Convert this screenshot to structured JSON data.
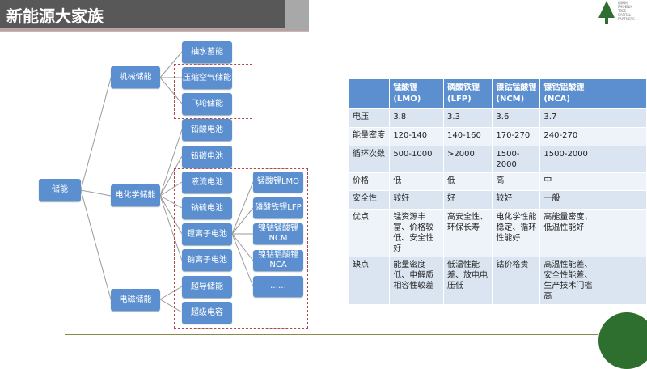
{
  "title": "新能源大家族",
  "logo": "PHOENIX TREE CAPITAL PARTNERS 梧桐树",
  "tree": {
    "root": "储能",
    "l1": [
      "机械储能",
      "电化学储能",
      "电磁储能"
    ],
    "l2": [
      "抽水蓄能",
      "压缩空气储能",
      "飞轮储能",
      "铅酸电池",
      "铅碳电池",
      "液流电池",
      "钠硫电池",
      "锂离子电池",
      "钠离子电池",
      "超导储能",
      "超级电容"
    ],
    "l3": [
      "锰酸锂LMO",
      "磷酸铁锂LFP",
      "镍钴锰酸锂NCM",
      "镍钴铝酸锂NCA",
      "……"
    ]
  },
  "table": {
    "headers": [
      "",
      "锰酸锂\n(LMO)",
      "磷酸铁锂\n(LFP)",
      "镍钴锰酸锂\n(NCM)",
      "镍钴铝酸锂\n(NCA)",
      ""
    ],
    "rows": [
      [
        "电压",
        "3.8",
        "3.3",
        "3.6",
        "3.7",
        ""
      ],
      [
        "能量密度",
        "120-140",
        "140-160",
        "170-270",
        "240-270",
        ""
      ],
      [
        "循环次数",
        "500-1000",
        ">2000",
        "1500-2000",
        "1500-2000",
        ""
      ],
      [
        "价格",
        "低",
        "低",
        "高",
        "中",
        ""
      ],
      [
        "安全性",
        "较好",
        "好",
        "较好",
        "一般",
        ""
      ],
      [
        "优点",
        "锰资源丰富、价格较低、安全性好",
        "高安全性、环保长寿",
        "电化学性能稳定、循环性能好",
        "高能量密度、低温性能好",
        ""
      ],
      [
        "缺点",
        "能量密度低、电解质相容性较差",
        "低温性能差、放电电压低",
        "钴价格贵",
        "高温性能差、安全性能差、生产技术门槛高",
        ""
      ]
    ]
  }
}
